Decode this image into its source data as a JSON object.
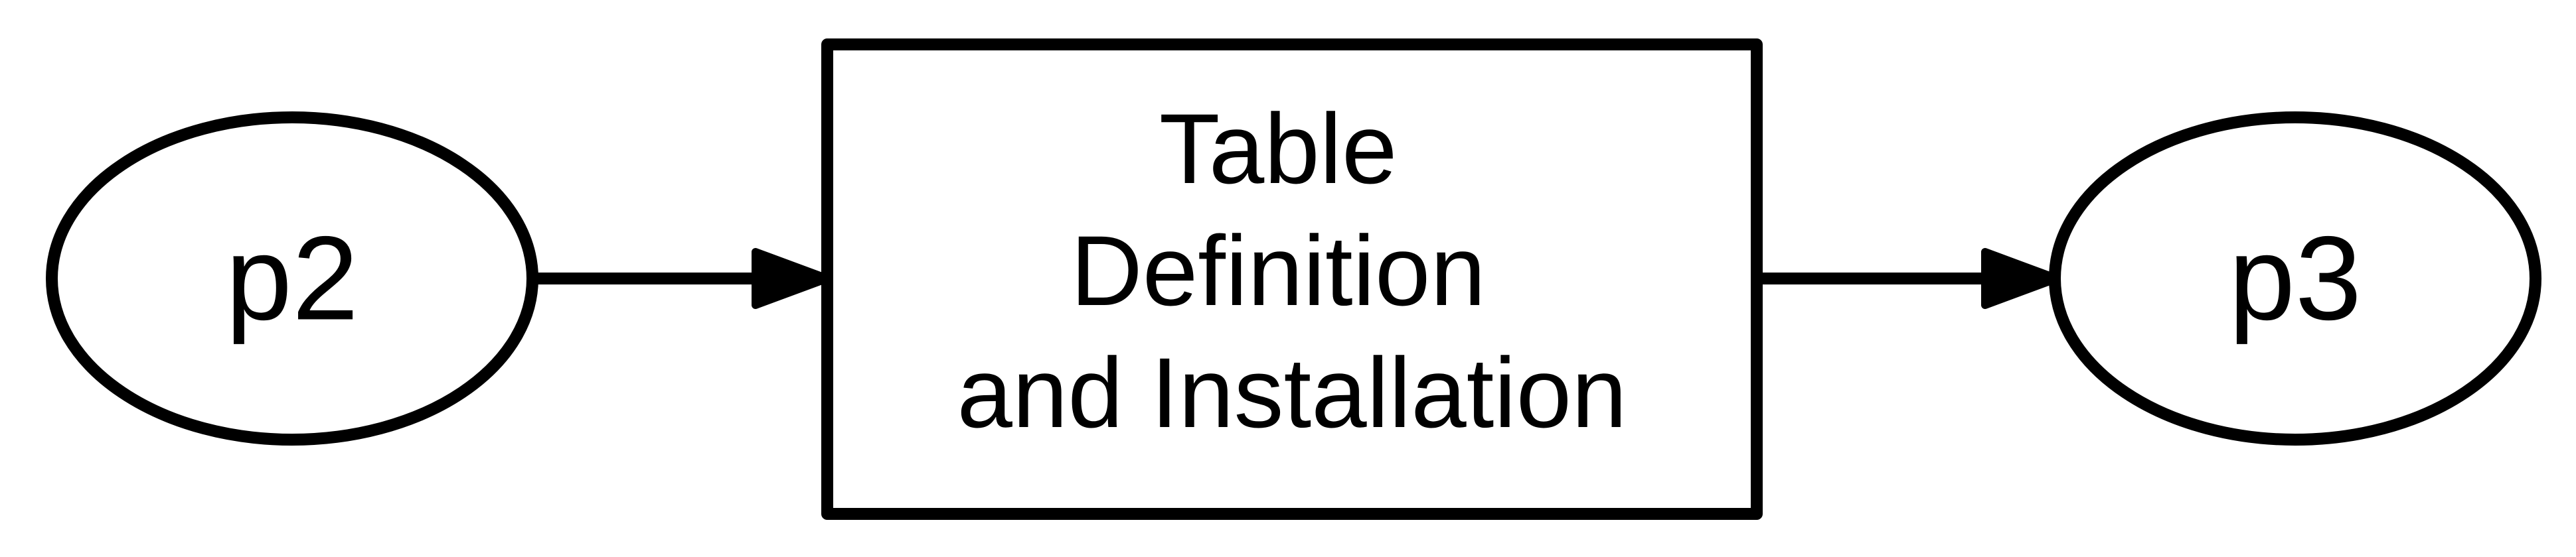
{
  "diagram": {
    "nodes": [
      {
        "id": "p2",
        "shape": "ellipse",
        "label": "p2"
      },
      {
        "id": "task",
        "shape": "rectangle",
        "label_lines": [
          "Table",
          "Definition",
          "and Installation"
        ]
      },
      {
        "id": "p3",
        "shape": "ellipse",
        "label": "p3"
      }
    ],
    "edges": [
      {
        "from": "p2",
        "to": "task"
      },
      {
        "from": "task",
        "to": "p3"
      }
    ]
  }
}
